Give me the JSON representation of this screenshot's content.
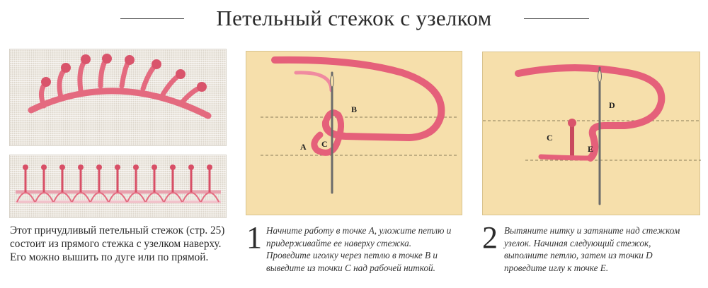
{
  "title": "Петельный стежок с узелком",
  "caption": "Этот причудливый петельный стежок (стр. 25) состоит из прямого стежка с узелком наверху. Его можно вышить по дуге или по прямой.",
  "diagram1": {
    "labels": {
      "a": "A",
      "b": "B",
      "c": "C"
    }
  },
  "diagram2": {
    "labels": {
      "c": "C",
      "d": "D",
      "e": "E"
    }
  },
  "step1": {
    "number": "1",
    "text": "Начните работу в точке А, уложите петлю и придерживайте ее наверху стежка. Проведите иголку через петлю в точке В и выведите из точки С над рабочей ниткой."
  },
  "step2": {
    "number": "2",
    "text": "Вытяните нитку и затяните над стежком узелок. Начиная следующий стежок, выполните петлю, затем из точки D проведите иглу к точке Е."
  },
  "colors": {
    "thread": "#e5607a",
    "panel": "#f6dfab",
    "stitch_dark": "#c94a5e"
  }
}
